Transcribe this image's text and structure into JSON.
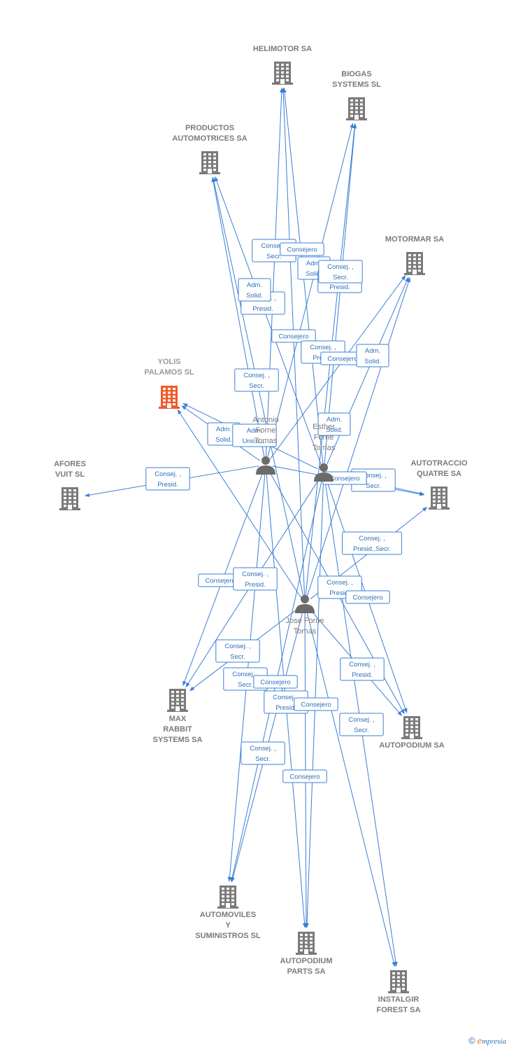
{
  "colors": {
    "edge": "#3a7fd5",
    "company_icon": "#7a7a7a",
    "main_company_icon": "#f05a28",
    "person_icon": "#6b6b6b",
    "label": "#7a7a7a"
  },
  "nodes": [
    {
      "id": "helimotor",
      "type": "company",
      "icon": "building-icon",
      "lines": [
        "HELIMOTOR SA"
      ]
    },
    {
      "id": "biogas",
      "type": "company",
      "icon": "building-icon",
      "lines": [
        "BIOGAS",
        "SYSTEMS SL"
      ]
    },
    {
      "id": "productos",
      "type": "company",
      "icon": "building-icon",
      "lines": [
        "PRODUCTOS",
        "AUTOMOTRICES SA"
      ]
    },
    {
      "id": "motormar",
      "type": "company",
      "icon": "building-icon",
      "lines": [
        "MOTORMAR SA"
      ]
    },
    {
      "id": "yolis",
      "type": "main",
      "icon": "building-icon",
      "lines": [
        "YOLIS",
        "PALAMOS  SL"
      ]
    },
    {
      "id": "afores",
      "type": "company",
      "icon": "building-icon",
      "lines": [
        "AFORES",
        "VUIT SL"
      ]
    },
    {
      "id": "autotraccio",
      "type": "company",
      "icon": "building-icon",
      "lines": [
        "AUTOTRACCIO",
        "QUATRE SA"
      ]
    },
    {
      "id": "antonio",
      "type": "person",
      "icon": "person-icon",
      "lines": [
        "Antonio",
        "Forne",
        "Tomas"
      ]
    },
    {
      "id": "esther",
      "type": "person",
      "icon": "person-icon",
      "lines": [
        "Esther",
        "Forne",
        "Tomas"
      ]
    },
    {
      "id": "jose",
      "type": "person",
      "icon": "person-icon",
      "lines": [
        "Jose Forne",
        "Tomas"
      ]
    },
    {
      "id": "maxrabbit",
      "type": "company",
      "icon": "building-icon",
      "lines": [
        "MAX",
        "RABBIT",
        "SYSTEMS SA"
      ]
    },
    {
      "id": "autopodium",
      "type": "company",
      "icon": "building-icon",
      "lines": [
        "AUTOPODIUM SA"
      ]
    },
    {
      "id": "automoviles",
      "type": "company",
      "icon": "building-icon",
      "lines": [
        "AUTOMOVILES",
        "Y",
        "SUMINISTROS SL"
      ]
    },
    {
      "id": "autopodiumparts",
      "type": "company",
      "icon": "building-icon",
      "lines": [
        "AUTOPODIUM",
        "PARTS SA"
      ]
    },
    {
      "id": "instalgir",
      "type": "company",
      "icon": "building-icon",
      "lines": [
        "INSTALGIR",
        "FOREST SA"
      ]
    }
  ],
  "edges": [
    {
      "from": "antonio",
      "to": "helimotor",
      "label": [
        "Consej. ,",
        "Secr."
      ]
    },
    {
      "from": "esther",
      "to": "helimotor",
      "label": [
        "Consejero"
      ]
    },
    {
      "from": "jose",
      "to": "helimotor",
      "label": [
        "Consej. ,",
        "Presid."
      ]
    },
    {
      "from": "antonio",
      "to": "biogas",
      "label": [
        "Adm.",
        "Solid."
      ]
    },
    {
      "from": "esther",
      "to": "biogas",
      "label": [
        "Adm.",
        "Solid."
      ]
    },
    {
      "from": "jose",
      "to": "biogas",
      "label": [
        "Consej. ,",
        "Presid."
      ]
    },
    {
      "from": "antonio",
      "to": "productos",
      "label": [
        "Consejero"
      ]
    },
    {
      "from": "esther",
      "to": "productos",
      "label": [
        "Consej. ,",
        "Presid."
      ]
    },
    {
      "from": "jose",
      "to": "productos",
      "label": [
        "Consej. ,",
        "Secr."
      ]
    },
    {
      "from": "antonio",
      "to": "motormar",
      "label": [
        "Adm.",
        "Solid."
      ]
    },
    {
      "from": "esther",
      "to": "motormar",
      "label": [
        "Consej. ,",
        "Secr."
      ]
    },
    {
      "from": "jose",
      "to": "motormar",
      "label": [
        "Consejero"
      ]
    },
    {
      "from": "antonio",
      "to": "yolis",
      "label": [
        "Adm.",
        "Solid."
      ]
    },
    {
      "from": "esther",
      "to": "yolis",
      "label": [
        "Adm.",
        "Solid."
      ]
    },
    {
      "from": "jose",
      "to": "yolis",
      "label": [
        "Adm.",
        "Solid."
      ]
    },
    {
      "from": "antonio",
      "to": "afores",
      "label": [
        "Adm.",
        "Unico,..."
      ]
    },
    {
      "from": "antonio",
      "to": "autotraccio",
      "label": [
        "Consej. ,",
        "Presid."
      ]
    },
    {
      "from": "esther",
      "to": "autotraccio",
      "label": [
        "Consej. ,",
        "Secr."
      ]
    },
    {
      "from": "jose",
      "to": "autotraccio",
      "label": [
        "Consejero"
      ]
    },
    {
      "from": "antonio",
      "to": "maxrabbit",
      "label": [
        "Consej. ,",
        "Presid.,Secr."
      ]
    },
    {
      "from": "esther",
      "to": "maxrabbit",
      "label": [
        "Consejero"
      ]
    },
    {
      "from": "jose",
      "to": "maxrabbit",
      "label": [
        "Consej. ,",
        "Presid."
      ]
    },
    {
      "from": "antonio",
      "to": "autopodium",
      "label": [
        "Consej. ,",
        "Presid."
      ]
    },
    {
      "from": "esther",
      "to": "autopodium",
      "label": [
        "Consej. ,",
        "Secr."
      ]
    },
    {
      "from": "jose",
      "to": "autopodium",
      "label": [
        "Consejero"
      ]
    },
    {
      "from": "antonio",
      "to": "automoviles",
      "label": [
        "Consej. ,",
        "Presid."
      ]
    },
    {
      "from": "esther",
      "to": "automoviles",
      "label": [
        "Consej. ,",
        "Secr."
      ]
    },
    {
      "from": "jose",
      "to": "automoviles",
      "label": [
        "Consejero"
      ]
    },
    {
      "from": "antonio",
      "to": "autopodiumparts",
      "label": [
        "Consej. ,",
        "Presid."
      ]
    },
    {
      "from": "esther",
      "to": "autopodiumparts",
      "label": [
        "Consej. ,",
        "Secr."
      ]
    },
    {
      "from": "jose",
      "to": "autopodiumparts",
      "label": [
        "Consejero"
      ]
    },
    {
      "from": "esther",
      "to": "instalgir",
      "label": [
        "Consej. ,",
        "Secr."
      ]
    },
    {
      "from": "jose",
      "to": "instalgir",
      "label": [
        "Consejero"
      ]
    }
  ],
  "footer": {
    "copyright": "©",
    "brand_first": "e",
    "brand_rest": "mpresia"
  }
}
